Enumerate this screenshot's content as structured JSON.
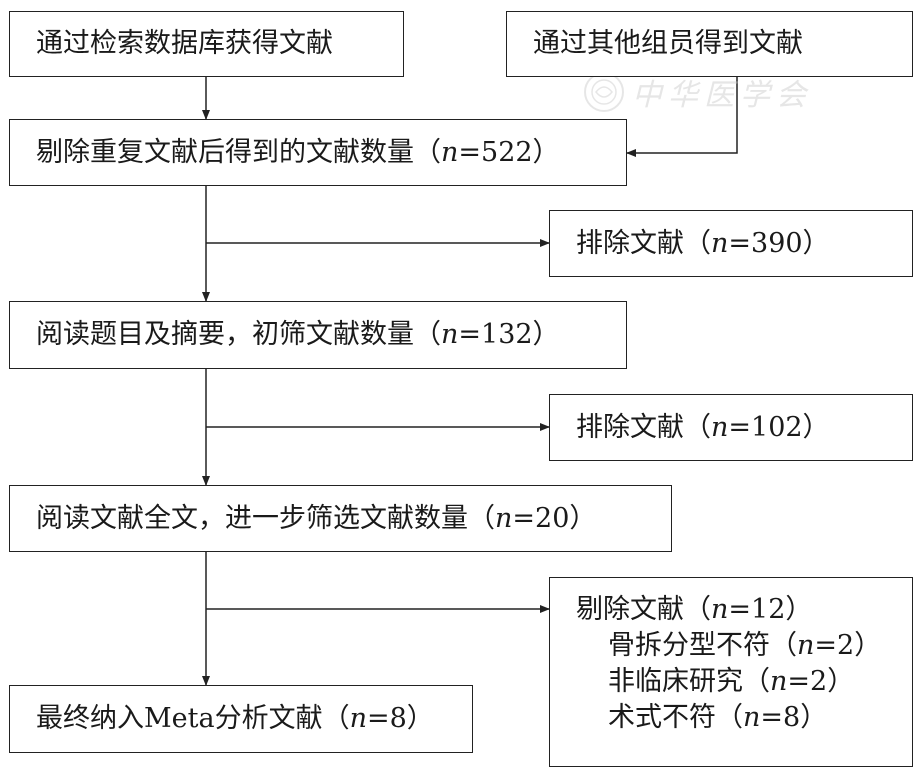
{
  "boxes": {
    "search_db": "通过检索数据库获得文献",
    "other_members": "通过其他组员得到文献",
    "after_dedup": {
      "prefix": "剔除重复文献后得到的文献数量（",
      "n": "n",
      "value": "=522）"
    },
    "exclude_1": {
      "prefix": "排除文献（",
      "n": "n",
      "value": "=390）"
    },
    "screen_title": {
      "prefix": "阅读题目及摘要，初筛文献数量（",
      "n": "n",
      "value": "=132）"
    },
    "exclude_2": {
      "prefix": "排除文献（",
      "n": "n",
      "value": "=102）"
    },
    "fulltext": {
      "prefix": "阅读文献全文，进一步筛选文献数量（",
      "n": "n",
      "value": "=20）"
    },
    "exclude_3": {
      "title": {
        "prefix": "剔除文献（",
        "n": "n",
        "value": "=12）"
      },
      "reasons": [
        {
          "prefix": "骨拆分型不符（",
          "n": "n",
          "value": "=2）"
        },
        {
          "prefix": "非临床研究（",
          "n": "n",
          "value": "=2）"
        },
        {
          "prefix": "术式不符（",
          "n": "n",
          "value": "=8）"
        }
      ]
    },
    "final": {
      "prefix": "最终纳入Meta分析文献（",
      "n": "n",
      "value": "=8）"
    }
  },
  "watermark": {
    "text": "中华医学会"
  }
}
